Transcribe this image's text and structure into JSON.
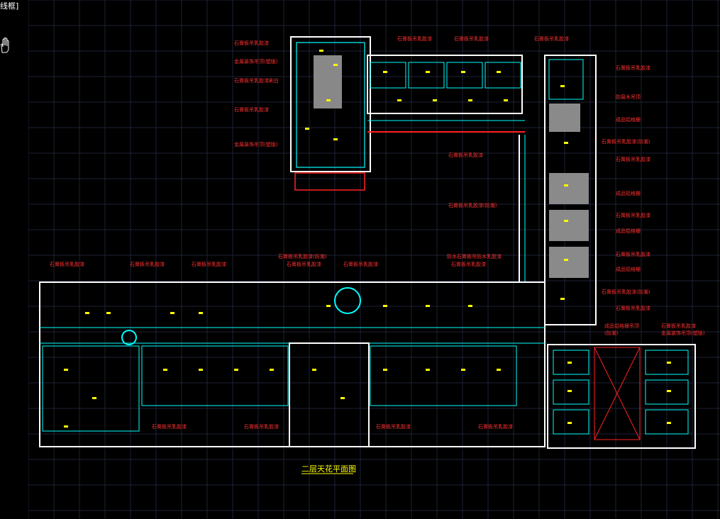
{
  "viewport": {
    "label": "线框]"
  },
  "cursor": {
    "icon": "hand-pan-cursor-icon"
  },
  "colors": {
    "background": "#000000",
    "grid": "#1c2236",
    "wall": "#ffffff",
    "ceiling_cyan": "#00ffff",
    "light_yellow": "#ffff00",
    "door_red": "#ff2020",
    "label_red": "#ff3030",
    "annotation_grey": "#9a9a9a",
    "blue_line": "#3050ff",
    "magenta_line": "#d040ff",
    "hatch": "#a8a8a8",
    "furniture_brown": "#a05a2c",
    "green": "#00c060"
  },
  "drawing": {
    "title": "二层天花平面图"
  },
  "labels": {
    "north": [
      "石膏板吊乳胶漆",
      "金属装饰吊顶(塑版)",
      "石膏板吊乳胶漆刷白",
      "石膏板吊乳胶漆",
      "金属装饰吊顶(塑版)"
    ],
    "top": [
      "石膏板吊乳胶漆",
      "石膏板吊乳胶漆",
      "石膏板吊乳胶漆"
    ],
    "right_column": [
      "石膏板吊乳胶漆",
      "防腐木吊顶",
      "成品铝格栅",
      "石膏板吊乳胶漆(防潮)",
      "石膏板吊乳胶漆",
      "成品铝格栅",
      "石膏板吊乳胶漆",
      "成品铝格栅",
      "石膏板吊乳胶漆",
      "成品铝格栅",
      "石膏板吊乳胶漆(防潮)",
      "石膏板吊乳胶漆"
    ],
    "corridor": [
      "石膏板吊乳胶漆",
      "石膏板吊乳胶漆(防潮)"
    ],
    "middle_row": [
      "石膏板吊乳胶漆",
      "石膏板吊乳胶漆",
      "石膏板吊乳胶漆",
      "石膏板吊乳胶漆(防潮)",
      "石膏板吊乳胶漆",
      "石膏板吊乳胶漆",
      "防水石膏板吊防水乳胶漆",
      "石膏板吊乳胶漆"
    ],
    "east_wing": [
      "成品铝格栅吊顶",
      "石膏板吊乳胶漆",
      "金属装饰吊顶(塑版)",
      "(防潮)"
    ],
    "bottom": [
      "石膏板吊乳胶漆",
      "石膏板吊乳胶漆",
      "石膏板吊乳胶漆",
      "石膏板吊乳胶漆"
    ]
  }
}
